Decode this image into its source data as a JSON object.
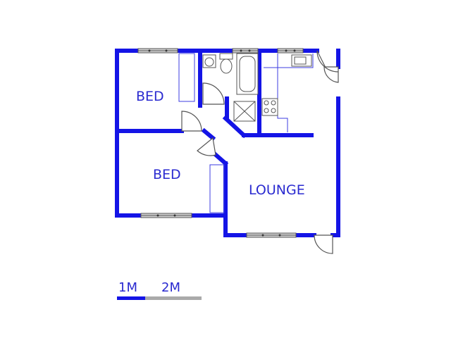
{
  "rooms": {
    "bed_top": "BED",
    "bed_bottom": "BED",
    "lounge": "LOUNGE"
  },
  "scale": {
    "label_1": "1M",
    "label_2": "2M"
  },
  "colors": {
    "wall": "#1414e6",
    "fixture": "#3c3ce0",
    "outline": "#555555",
    "window": "#999999",
    "scale_grey": "#aaaaaa"
  }
}
